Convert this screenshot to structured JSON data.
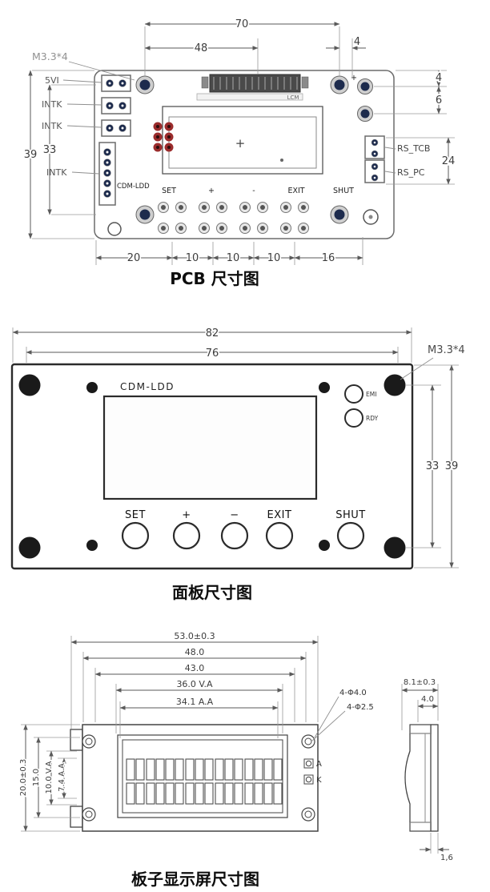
{
  "colors": {
    "board_hole_navy": "#1d2b4d",
    "pad_red": "#9b2c2c",
    "panel_black": "#1a1a1a",
    "outline_dark": "#2b2b2b",
    "dim_gray": "#5a5a5a"
  },
  "pcb": {
    "caption": "PCB 尺寸图",
    "mount_label": "M3.3*4",
    "dims": {
      "top_width": "70",
      "lcd_width": "48",
      "top_small": "4",
      "right_a": "4",
      "right_b": "6",
      "right_conn": "24",
      "height_outer": "39",
      "height_inner": "33",
      "chain": [
        "20",
        "10",
        "10",
        "10",
        "16"
      ]
    },
    "connectors": {
      "pwr": "5VI",
      "intk1": "INTK",
      "intk2": "INTK",
      "intk3": "INTK",
      "rs_tcb": "RS_TCB",
      "rs_pc": "RS_PC"
    },
    "silkscreen": {
      "brand": "CDM-LDD",
      "lcm": "LCM",
      "polarity": "+",
      "lcd_cross": "+",
      "buttons": [
        "SET",
        "+",
        "-",
        "EXIT",
        "SHUT"
      ]
    }
  },
  "panel": {
    "caption": "面板尺寸图",
    "mount_label": "M3.3*4",
    "brand": "CDM-LDD",
    "dims": {
      "width_outer": "82",
      "width_inner": "76",
      "height_inner": "33",
      "height_outer": "39"
    },
    "leds": {
      "emi": "EMI",
      "rdy": "RDY"
    },
    "buttons": [
      "SET",
      "+",
      "−",
      "EXIT",
      "SHUT"
    ]
  },
  "display": {
    "caption": "板子显示屏尺寸图",
    "dims_top": [
      "53.0±0.3",
      "48.0",
      "43.0",
      "36.0 V.A",
      "34.1 A.A"
    ],
    "dims_left": [
      "20.0±0.3",
      "15.0",
      "10.0 V.A",
      "7.4 A.A"
    ],
    "holes": {
      "outer": "4-Φ4.0",
      "inner": "4-Φ2.5"
    },
    "pins": {
      "anode": "A",
      "cathode": "K"
    },
    "side_dims": {
      "depth": "8.1±0.3",
      "frame": "4.0",
      "pcb": "1,6"
    }
  }
}
